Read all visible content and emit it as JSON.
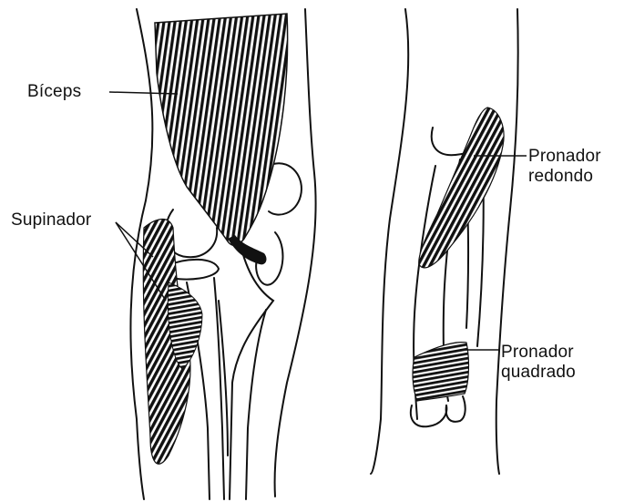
{
  "labels": {
    "biceps": "Bíceps",
    "supinador": "Supinador",
    "pronador_redondo": [
      "Pronador",
      "redondo"
    ],
    "pronador_quadrado": [
      "Pronador",
      "quadrado"
    ]
  },
  "colors": {
    "ink": "#111111",
    "background": "#ffffff"
  }
}
